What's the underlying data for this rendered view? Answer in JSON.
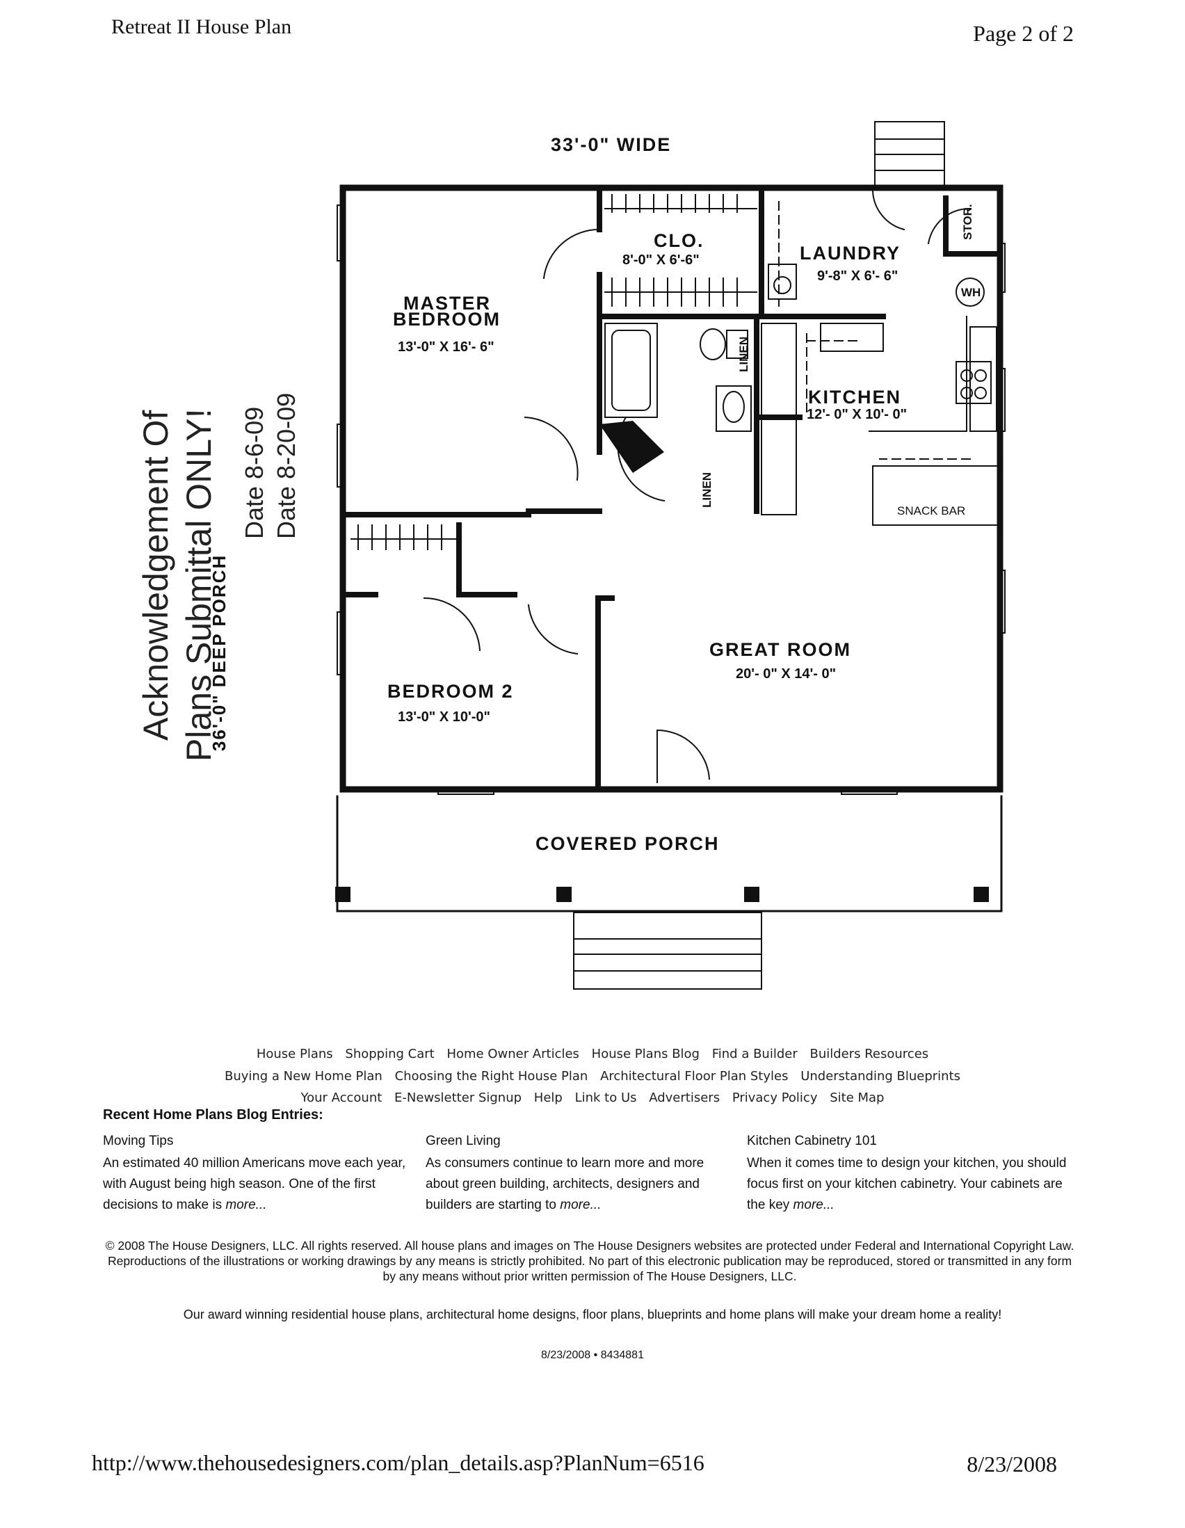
{
  "header": {
    "title": "Retreat II House Plan",
    "page": "Page 2 of 2"
  },
  "plan": {
    "width_label": "33'-0\" WIDE",
    "depth_label": "36'-0\" DEEP PORCH",
    "rooms": {
      "master": {
        "name1": "MASTER",
        "name2": "BEDROOM",
        "dim": "13'-0\" X 16'- 6\""
      },
      "closet": {
        "name": "CLO.",
        "dim": "8'-0\" X 6'-6\""
      },
      "laundry": {
        "name": "LAUNDRY",
        "dim": "9'-8\" X 6'- 6\""
      },
      "kitchen": {
        "name": "KITCHEN",
        "dim": "12'- 0\" X 10'- 0\""
      },
      "great": {
        "name": "GREAT ROOM",
        "dim": "20'- 0\" X 14'- 0\""
      },
      "bedroom2": {
        "name": "BEDROOM 2",
        "dim": "13'-0\" X 10'-0\""
      },
      "porch": {
        "name": "COVERED PORCH"
      }
    },
    "labels": {
      "stor": "STOR.",
      "wh": "WH",
      "linen1": "LINEN",
      "linen2": "LINEN",
      "snack_bar": "SNACK BAR"
    }
  },
  "stamp": {
    "line1": "Acknowledgement Of",
    "line2": "Plans Submittal ONLY!",
    "date1": "Date 8-6-09",
    "date2": "Date 8-20-09"
  },
  "footer": {
    "nav_row1": [
      "House Plans",
      "Shopping Cart",
      "Home Owner Articles",
      "House Plans Blog",
      "Find a Builder",
      "Builders Resources"
    ],
    "nav_row2": [
      "Buying a New Home Plan",
      "Choosing the Right House Plan",
      "Architectural Floor Plan Styles",
      "Understanding Blueprints"
    ],
    "nav_row3": [
      "Your Account",
      "E-Newsletter Signup",
      "Help",
      "Link to Us",
      "Advertisers",
      "Privacy Policy",
      "Site Map"
    ],
    "blog_heading": "Recent Home Plans Blog Entries:",
    "blog": [
      {
        "title": "Moving Tips",
        "text": "An estimated 40 million Americans move each year, with August being high season. One of the first decisions to make is",
        "more": "more..."
      },
      {
        "title": "Green Living",
        "text": "As consumers continue to learn more and more about green building, architects, designers and builders are starting to",
        "more": "more..."
      },
      {
        "title": "Kitchen Cabinetry 101",
        "text": "When it comes time to design your kitchen, you should focus first on your kitchen cabinetry. Your cabinets are the key",
        "more": "more..."
      }
    ],
    "copyright": "© 2008 The House Designers, LLC. All rights reserved. All house plans and images on The House Designers websites are protected under Federal and International Copyright Law. Reproductions of the illustrations or working drawings by any means is strictly prohibited. No part of this electronic publication may be reproduced, stored or transmitted in any form by any means without prior written permission of The House Designers, LLC.",
    "award": "Our award winning residential house plans, architectural home designs, floor plans, blueprints and home plans will make your dream home a reality!",
    "stamp_date": "8/23/2008 • 8434881",
    "url": "http://www.thehousedesigners.com/plan_details.asp?PlanNum=6516",
    "date": "8/23/2008"
  }
}
